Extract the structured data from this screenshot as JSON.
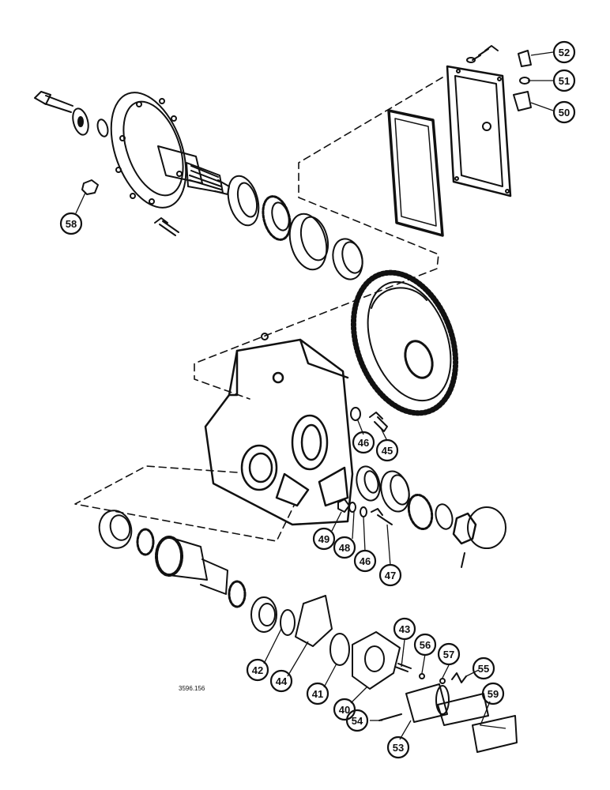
{
  "diagram": {
    "reference_code": "3596.156",
    "callouts": [
      {
        "id": "c52",
        "label": "52"
      },
      {
        "id": "c51",
        "label": "51"
      },
      {
        "id": "c50",
        "label": "50"
      },
      {
        "id": "c58",
        "label": "58"
      },
      {
        "id": "c46a",
        "label": "46"
      },
      {
        "id": "c45",
        "label": "45"
      },
      {
        "id": "c49",
        "label": "49"
      },
      {
        "id": "c48",
        "label": "48"
      },
      {
        "id": "c46b",
        "label": "46"
      },
      {
        "id": "c47",
        "label": "47"
      },
      {
        "id": "c43",
        "label": "43"
      },
      {
        "id": "c56",
        "label": "56"
      },
      {
        "id": "c57",
        "label": "57"
      },
      {
        "id": "c55",
        "label": "55"
      },
      {
        "id": "c42",
        "label": "42"
      },
      {
        "id": "c44",
        "label": "44"
      },
      {
        "id": "c41",
        "label": "41"
      },
      {
        "id": "c40",
        "label": "40"
      },
      {
        "id": "c59",
        "label": "59"
      },
      {
        "id": "c54",
        "label": "54"
      },
      {
        "id": "c53",
        "label": "53"
      }
    ]
  }
}
